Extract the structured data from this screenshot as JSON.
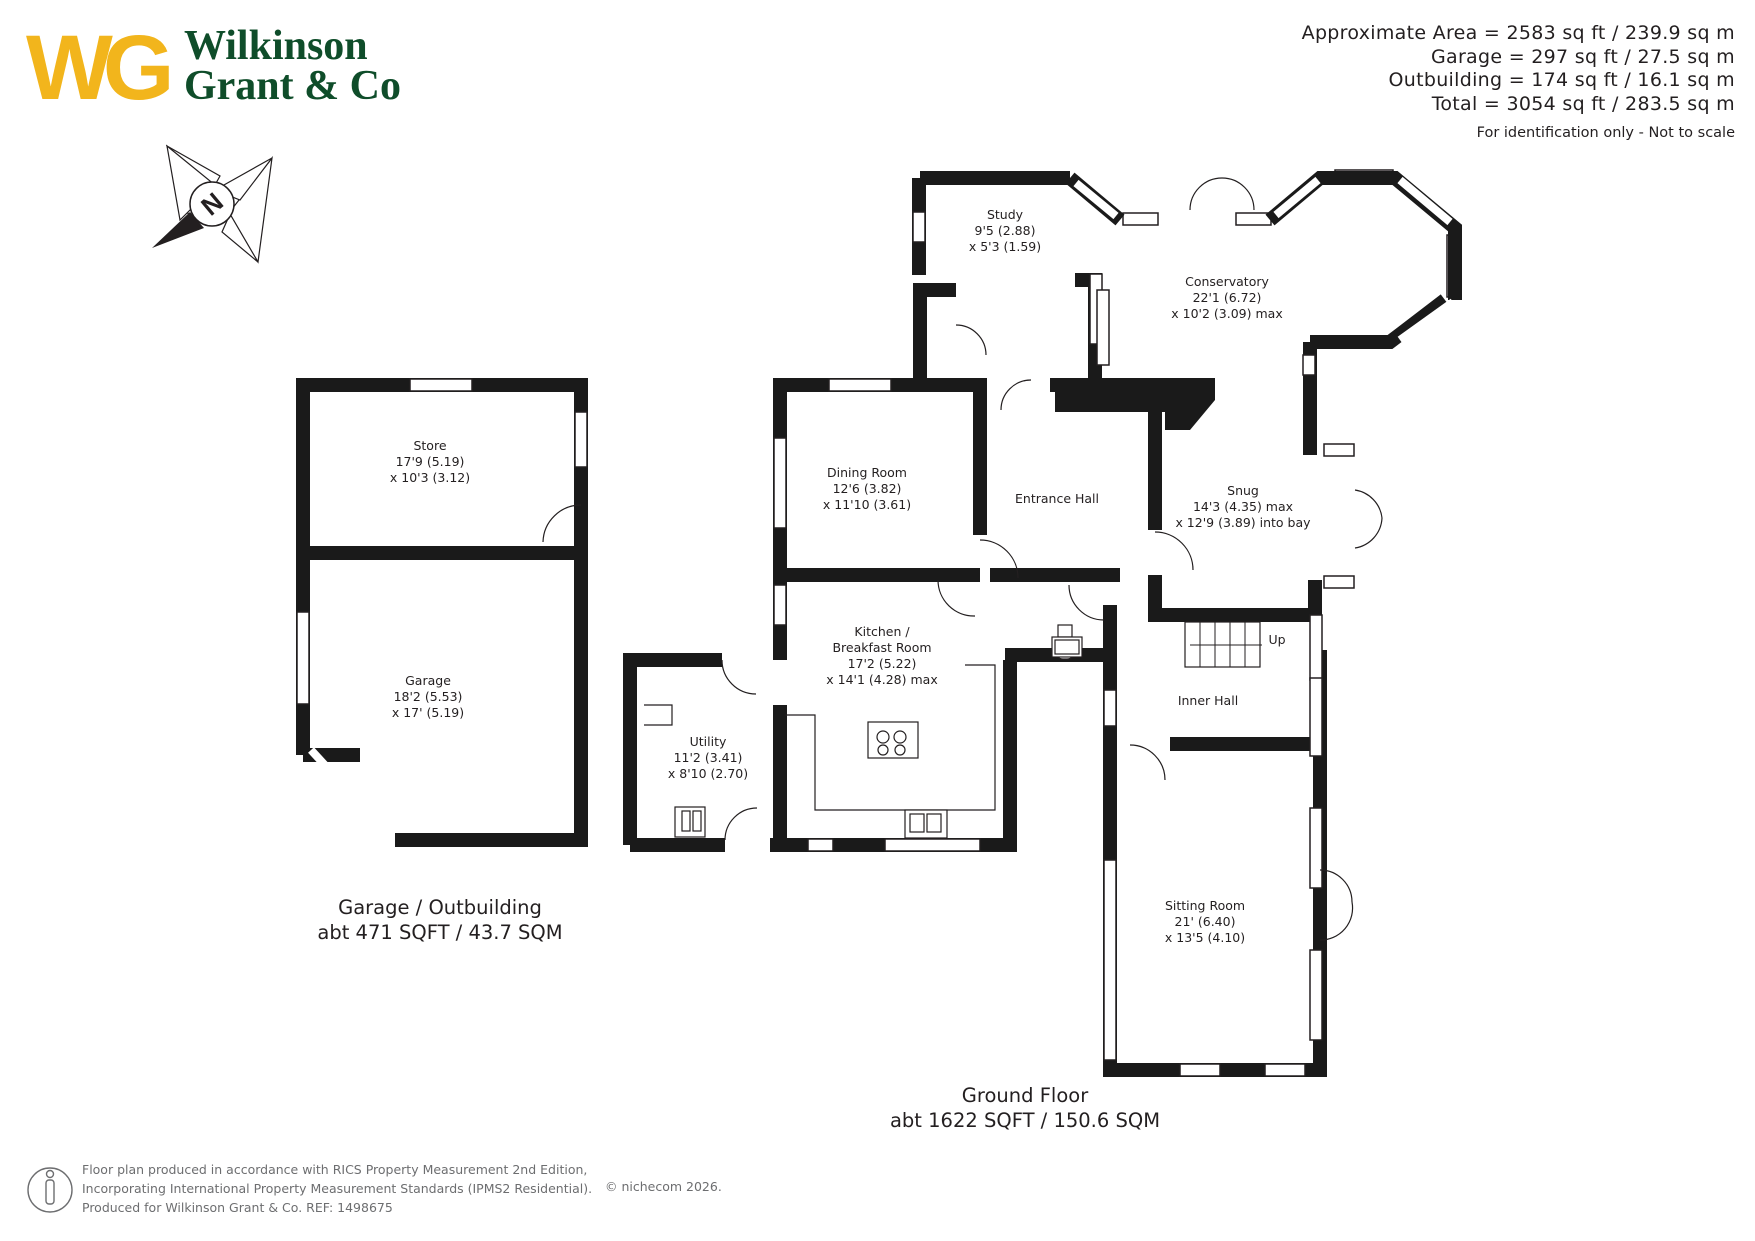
{
  "brand": {
    "initials": "WG",
    "name_line1": "Wilkinson",
    "name_line2": "Grant & Co",
    "colors": {
      "initials": "#f2b51c",
      "name": "#0f4d2a"
    }
  },
  "areas": {
    "approximate": "Approximate Area = 2583 sq ft / 239.9 sq m",
    "garage": "Garage = 297 sq ft / 27.5 sq m",
    "outbuilding": "Outbuilding = 174 sq ft / 16.1 sq m",
    "total": "Total = 3054 sq ft / 283.5 sq m"
  },
  "note": "For identification only - Not to scale",
  "compass": {
    "icon": "compass-north-icon",
    "letter": "N"
  },
  "rooms": {
    "store": [
      "Store",
      "17'9 (5.19)",
      "x 10'3 (3.12)"
    ],
    "garage": [
      "Garage",
      "18'2 (5.53)",
      "x 17' (5.19)"
    ],
    "utility": [
      "Utility",
      "11'2 (3.41)",
      "x 8'10 (2.70)"
    ],
    "dining": [
      "Dining Room",
      "12'6 (3.82)",
      "x 11'10 (3.61)"
    ],
    "kitchen": [
      "Kitchen /",
      "Breakfast Room",
      "17'2 (5.22)",
      "x 14'1 (4.28) max"
    ],
    "study": [
      "Study",
      "9'5 (2.88)",
      "x 5'3 (1.59)"
    ],
    "conservatory": [
      "Conservatory",
      "22'1 (6.72)",
      "x 10'2 (3.09) max"
    ],
    "entrance_hall": [
      "Entrance Hall"
    ],
    "snug": [
      "Snug",
      "14'3 (4.35) max",
      "x 12'9 (3.89) into bay"
    ],
    "inner_hall": [
      "Inner Hall"
    ],
    "sitting": [
      "Sitting Room",
      "21' (6.40)",
      "x 13'5 (4.10)"
    ],
    "stairs": "Up"
  },
  "sections": {
    "outbuilding": [
      "Garage / Outbuilding",
      "abt 471 SQFT / 43.7 SQM"
    ],
    "ground": [
      "Ground Floor",
      "abt 1622 SQFT / 150.6 SQM"
    ]
  },
  "footer": {
    "line1": "Floor plan produced in accordance with RICS Property Measurement 2nd Edition,",
    "line2": "Incorporating International Property Measurement Standards (IPMS2 Residential).",
    "line3": "Produced for Wilkinson Grant & Co.   REF:  1498675",
    "copyright": "© nichecom   2026."
  }
}
